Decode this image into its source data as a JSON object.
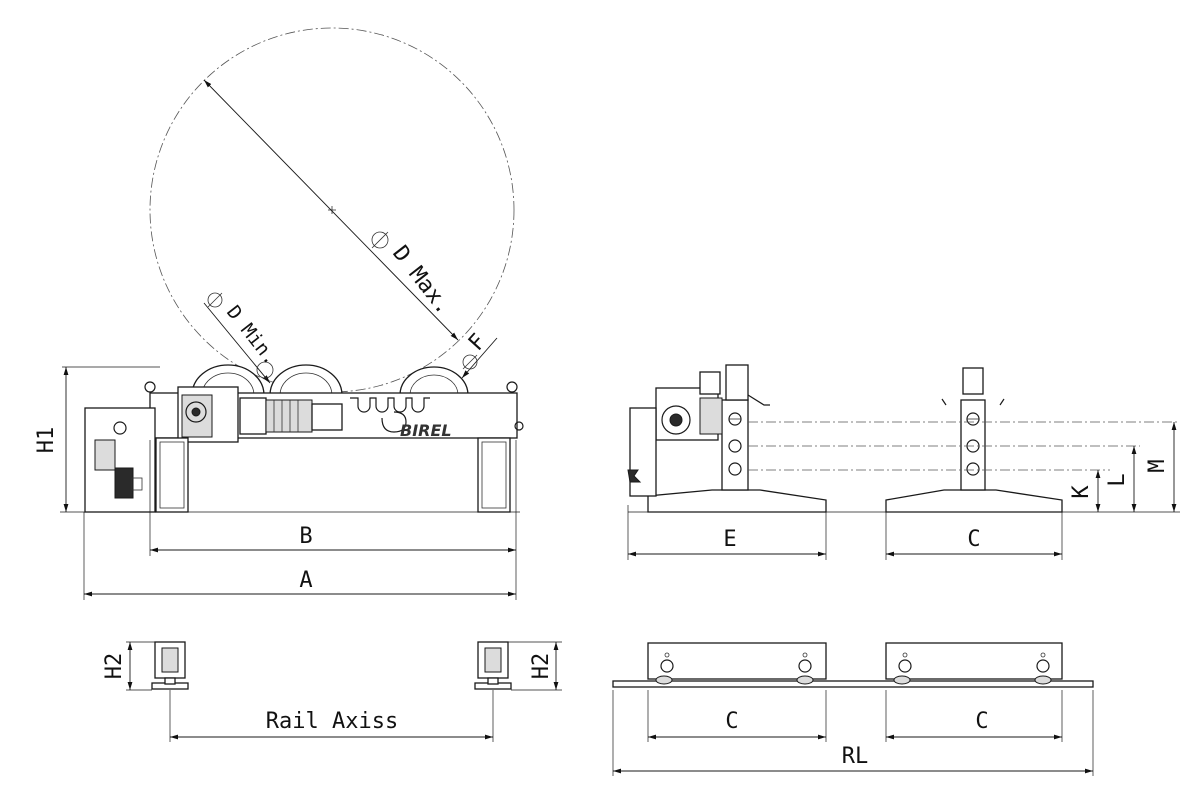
{
  "dimensions": {
    "H1": "H1",
    "B": "B",
    "A": "A",
    "D_max": "D Max.",
    "D_min": "D Min.",
    "F": "F",
    "E": "E",
    "C": "C",
    "K": "K",
    "L": "L",
    "M": "M",
    "H2": "H2",
    "rail_axis": "Rail Axiss",
    "RL": "RL"
  },
  "brand": {
    "logo_text": "BIREL"
  }
}
